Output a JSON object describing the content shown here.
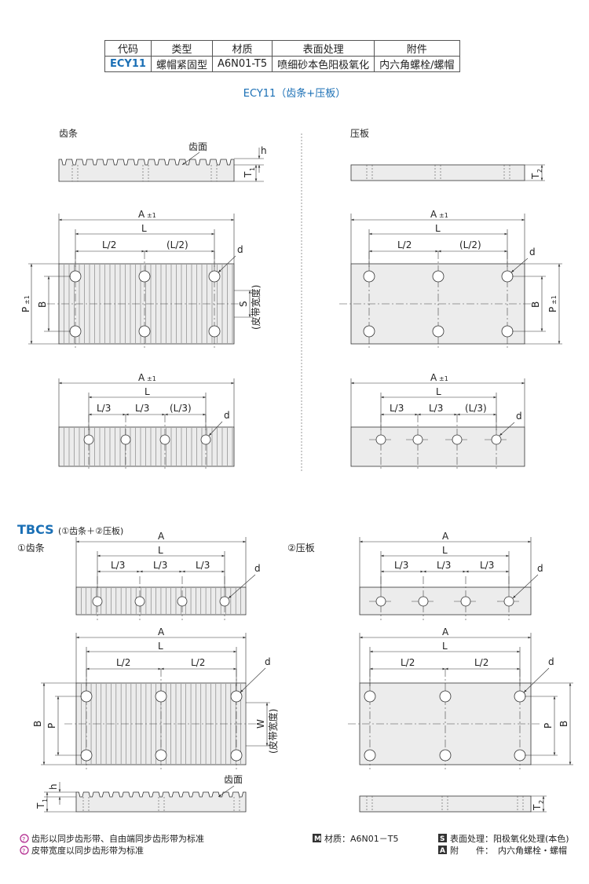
{
  "spec_table": {
    "headers": [
      "代码",
      "类型",
      "材质",
      "表面处理",
      "附件"
    ],
    "row": [
      "ECY11",
      "螺帽紧固型",
      "A6N01-T5",
      "喷细砂本色阳极氧化",
      "内六角螺栓/螺帽"
    ]
  },
  "ecy_title": "ECY11（齿条+压板）",
  "ecy": {
    "rack_label": "齿条",
    "plate_label": "压板",
    "tooth_face": "齿面",
    "dims": {
      "A": "A",
      "pm1": "±1",
      "L": "L",
      "L2": "L/2",
      "L2p": "(L/2)",
      "L3": "L/3",
      "L3p": "(L/3)",
      "d": "d",
      "h": "h",
      "T": "T",
      "sub1": "1",
      "T2": "T",
      "sub2": "2",
      "P": "P",
      "B": "B",
      "S": "S",
      "belt": "(皮带宽度)"
    }
  },
  "tbcs": {
    "title": "TBCS",
    "subtitle": "(①齿条＋②压板)",
    "rack_label": "①齿条",
    "plate_label": "②压板",
    "tooth_face": "齿面",
    "dims": {
      "A": "A",
      "L": "L",
      "L3": "L/3",
      "L2": "L/2",
      "d": "d",
      "B": "B",
      "P": "P",
      "W": "W",
      "belt": "(皮带宽度)",
      "h": "h",
      "T": "T",
      "sub1": "1",
      "sub2": "2"
    }
  },
  "notes": {
    "n1": "齿形以同步齿形带、自由端同步齿形带为标准",
    "n2": "皮带宽度以同步齿形带为标准",
    "m_badge": "M",
    "m_text": "材质：A6N01－T5",
    "s_badge": "S",
    "s_text": "表面处理：阳极氧化处理(本色)",
    "a_badge": "A",
    "a_label": "附　　件：",
    "a_text": "内六角螺栓・螺帽"
  }
}
